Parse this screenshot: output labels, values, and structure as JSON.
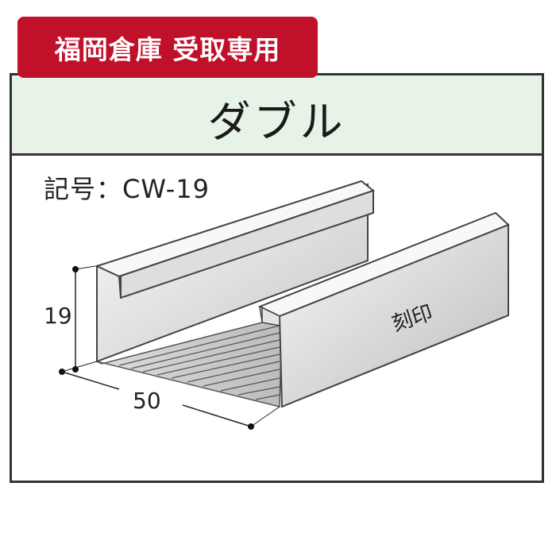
{
  "badge": {
    "label": "福岡倉庫 受取専用"
  },
  "header": {
    "title": "ダブル"
  },
  "symbol": {
    "text": "記号：CW-19"
  },
  "dimensions": {
    "height": "19",
    "width": "50"
  },
  "stamp_label": "刻印",
  "colors": {
    "badge_bg": "#c0102a",
    "header_bg": "#e6f3e6",
    "border": "#333333",
    "steel_light": "#f4f4f4",
    "steel_dark": "#b8b8b8"
  }
}
